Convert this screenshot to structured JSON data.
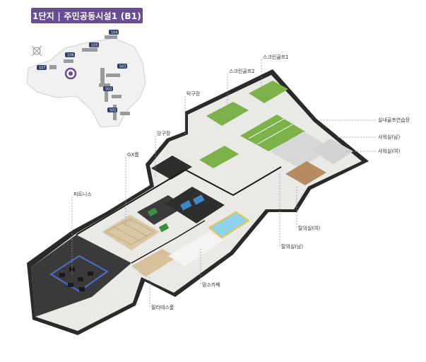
{
  "title": "1단지 | 주민공동시설1 (B1)",
  "minimap": {
    "buildings": [
      "104",
      "105",
      "106",
      "107",
      "503",
      "502",
      "501"
    ]
  },
  "rooms": {
    "screen_golf_1": "스크린골프1",
    "screen_golf_2": "스크린골프2",
    "table_tennis": "탁구장",
    "billiards": "당구장",
    "gx_room": "GX룸",
    "fitness": "피트니스",
    "indoor_golf": "실내골프연습장",
    "shower_m": "샤워실(남)",
    "shower_f": "샤워실(여)",
    "locker_f": "탈의실(여)",
    "locker_m": "탈의실(남)",
    "moms_cafe": "맘스카페",
    "pilates": "필라테스룸"
  },
  "colors": {
    "accent": "#6a4c93",
    "golf_green": "#7db24a",
    "wood": "#c9a97a",
    "wall": "#1e1e1e",
    "floor": "#e9e9e6",
    "pool_blue": "#8fd3ee"
  }
}
